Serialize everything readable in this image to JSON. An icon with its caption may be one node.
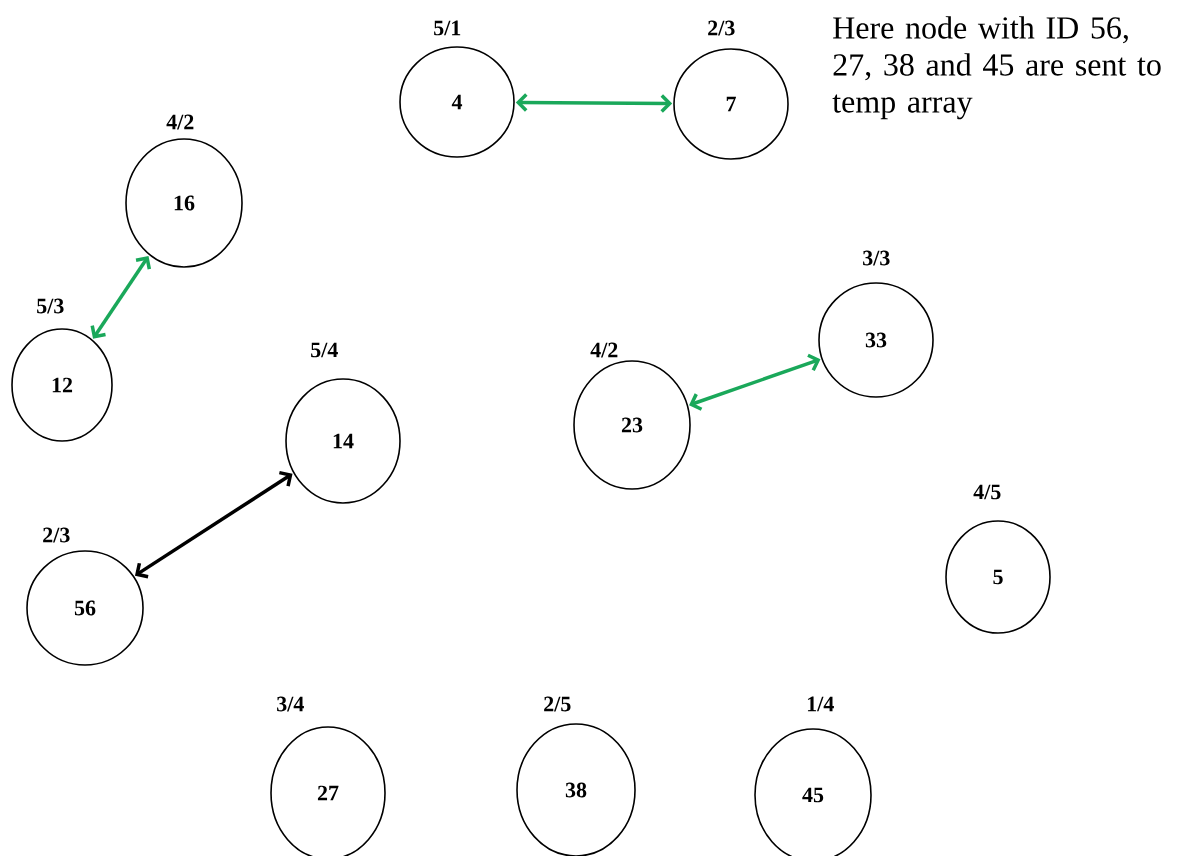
{
  "diagram": {
    "nodes": [
      {
        "text": [
          "4"
        ],
        "beside": [
          "5/1"
        ]
      },
      {
        "text": [
          "7"
        ],
        "beside": [
          "2/3"
        ]
      },
      {
        "text": [
          "16"
        ],
        "beside": [
          "4/2"
        ]
      },
      {
        "text": [
          "12"
        ],
        "beside": [
          "5/3"
        ]
      },
      {
        "text": [
          "14"
        ],
        "beside": [
          "5/4"
        ]
      },
      {
        "text": [
          "23"
        ],
        "beside": [
          "4/2"
        ]
      },
      {
        "text": [
          "33"
        ],
        "beside": [
          "3/3"
        ]
      },
      {
        "text": [
          "5"
        ],
        "beside": [
          "4/5"
        ]
      },
      {
        "text": [
          "56"
        ],
        "beside": [
          "2/3"
        ]
      },
      {
        "text": [
          "27"
        ],
        "beside": [
          "3/4"
        ]
      },
      {
        "text": [
          "38"
        ],
        "beside": [
          "2/5"
        ]
      },
      {
        "text": [
          "45"
        ],
        "beside": [
          "1/4"
        ]
      }
    ],
    "edges": [
      {
        "from": 0,
        "to": 1,
        "arrow": "both"
      },
      {
        "from": 2,
        "to": 3,
        "arrow": "both"
      },
      {
        "from": 5,
        "to": 6,
        "arrow": "both"
      },
      {
        "from": 4,
        "to": 8,
        "arrow": "both",
        "color": "#000000"
      }
    ],
    "labels": [
      "Here node with ID 56, 27, 38 and 45 are sent to temp array"
    ]
  }
}
